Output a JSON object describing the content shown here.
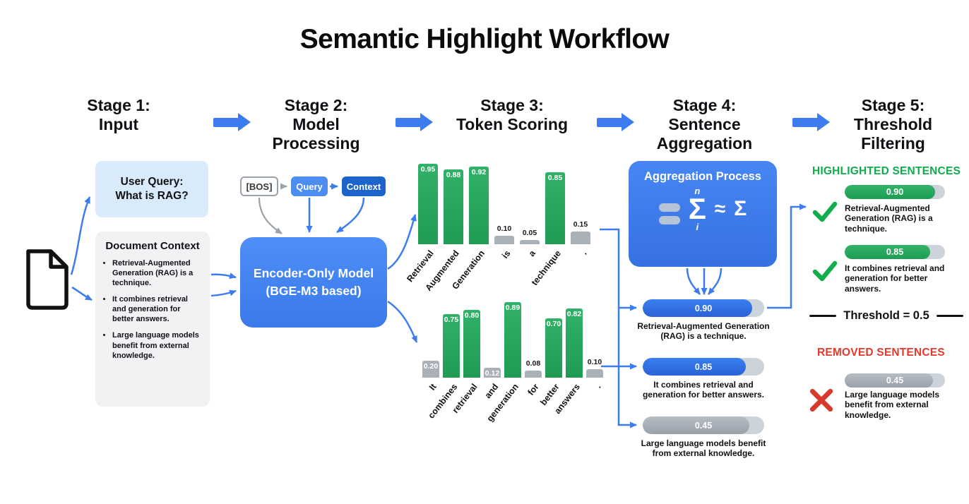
{
  "title": "Semantic Highlight Workflow",
  "stages": [
    {
      "id": "Stage 1:",
      "name": "Input"
    },
    {
      "id": "Stage 2:",
      "name": "Model Processing"
    },
    {
      "id": "Stage 3:",
      "name": "Token Scoring"
    },
    {
      "id": "Stage 4:",
      "name": "Sentence Aggregation"
    },
    {
      "id": "Stage 5:",
      "name": "Threshold Filtering"
    }
  ],
  "stage1": {
    "user_query": {
      "line1": "User Query:",
      "line2": "What is RAG?"
    },
    "document_context": {
      "title": "Document Context",
      "bullets": [
        "Retrieval-Augmented Generation (RAG) is a technique.",
        "It combines retrieval and generation for better answers.",
        "Large language models benefit from external knowledge."
      ]
    }
  },
  "stage2": {
    "bos_label": "[BOS]",
    "query_label": "Query",
    "context_label": "Context",
    "encoder_line1": "Encoder-Only Model",
    "encoder_line2": "(BGE-M3 based)"
  },
  "stage3": {
    "sentence1_tokens": [
      {
        "token": "Retrieval",
        "score": 0.95,
        "label": "in"
      },
      {
        "token": "Augmented",
        "score": 0.88,
        "label": "in"
      },
      {
        "token": "Generation",
        "score": 0.92,
        "label": "in"
      },
      {
        "token": "is",
        "score": 0.1,
        "label": "above"
      },
      {
        "token": "a",
        "score": 0.05,
        "label": "above"
      },
      {
        "token": "technique",
        "score": 0.85,
        "label": "in"
      },
      {
        "token": ".",
        "score": 0.15,
        "label": "above"
      }
    ],
    "sentence2_tokens": [
      {
        "token": "It",
        "score": 0.2,
        "label": "in"
      },
      {
        "token": "combines",
        "score": 0.75,
        "label": "in"
      },
      {
        "token": "retrieval",
        "score": 0.8,
        "label": "in"
      },
      {
        "token": "and",
        "score": 0.12,
        "label": "in"
      },
      {
        "token": "generation",
        "score": 0.89,
        "label": "in"
      },
      {
        "token": "for",
        "score": 0.08,
        "label": "above"
      },
      {
        "token": "better",
        "score": 0.7,
        "label": "in"
      },
      {
        "token": "answers",
        "score": 0.82,
        "label": "in"
      },
      {
        "token": ".",
        "score": 0.1,
        "label": "above"
      }
    ]
  },
  "stage4": {
    "box_title": "Aggregation Process",
    "formula": {
      "upper": "n",
      "sigma": "Σ",
      "lower": "i",
      "approx": "≈",
      "sigma2": "Σ"
    },
    "sentences": [
      {
        "score": 0.9,
        "score_label": "0.90",
        "text": "Retrieval-Augmented Generation (RAG) is a technique.",
        "removed": false
      },
      {
        "score": 0.85,
        "score_label": "0.85",
        "text": "It combines retrieval and generation for better answers.",
        "removed": false
      },
      {
        "score": 0.45,
        "score_label": "0.45",
        "text": "Large language models benefit from external knowledge.",
        "removed": true
      }
    ]
  },
  "stage5": {
    "highlighted_header": "HIGHLIGHTED SENTENCES",
    "threshold_label": "Threshold = 0.5",
    "removed_header": "REMOVED SENTENCES",
    "highlighted": [
      {
        "score": 0.9,
        "score_label": "0.90",
        "text": "Retrieval-Augmented Generation (RAG) is a technique.",
        "removed": false
      },
      {
        "score": 0.85,
        "score_label": "0.85",
        "text": "It combines retrieval and generation for better answers.",
        "removed": false
      }
    ],
    "removed": [
      {
        "score": 0.45,
        "score_label": "0.45",
        "text": "Large language models benefit from external knowledge.",
        "removed": true
      }
    ]
  },
  "colors": {
    "accent-blue": "#3c7cf0",
    "deep-blue": "#1b64cc",
    "encoder-blue": "#4285f4",
    "agg-blue": "#3e7dee",
    "fill-blue": "#2b6adf",
    "green": "#25a75d",
    "bright-green": "#11ab4d",
    "gray-bar": "#a9b0b8",
    "pill-gray": "#ccd3da",
    "red": "#e03a2c"
  }
}
